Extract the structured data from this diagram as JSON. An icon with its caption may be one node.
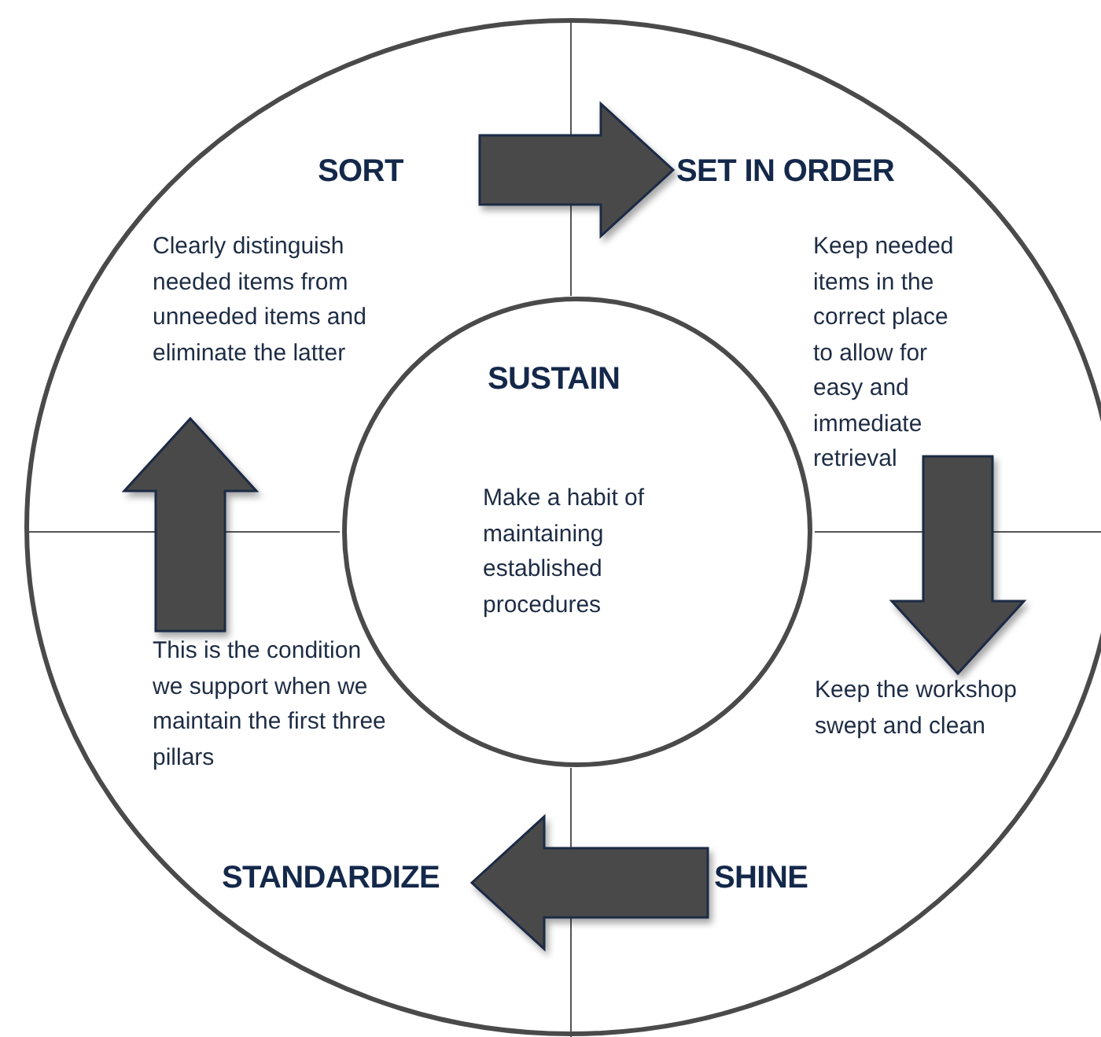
{
  "diagram": {
    "nodes": [
      {
        "text": [
          "SORT",
          "Clearly distinguish needed items from unneeded items and eliminate the latter"
        ]
      },
      {
        "text": [
          "SET IN ORDER",
          "Keep needed items in the correct place to allow for easy and immediate retrieval"
        ]
      },
      {
        "text": [
          "SUSTAIN",
          "Make a habit of maintaining established procedures"
        ]
      },
      {
        "text": [
          "Keep the workshop swept and clean",
          "SHINE"
        ]
      },
      {
        "text": [
          "This is the condition we support when we maintain the first three pillars",
          "STANDARDIZE"
        ]
      }
    ],
    "edges": [
      {
        "from": 0,
        "to": 1,
        "arrow": "to"
      },
      {
        "from": 1,
        "to": 3,
        "arrow": "to"
      },
      {
        "from": 3,
        "to": 4,
        "arrow": "to"
      },
      {
        "from": 4,
        "to": 0,
        "arrow": "to"
      }
    ]
  }
}
